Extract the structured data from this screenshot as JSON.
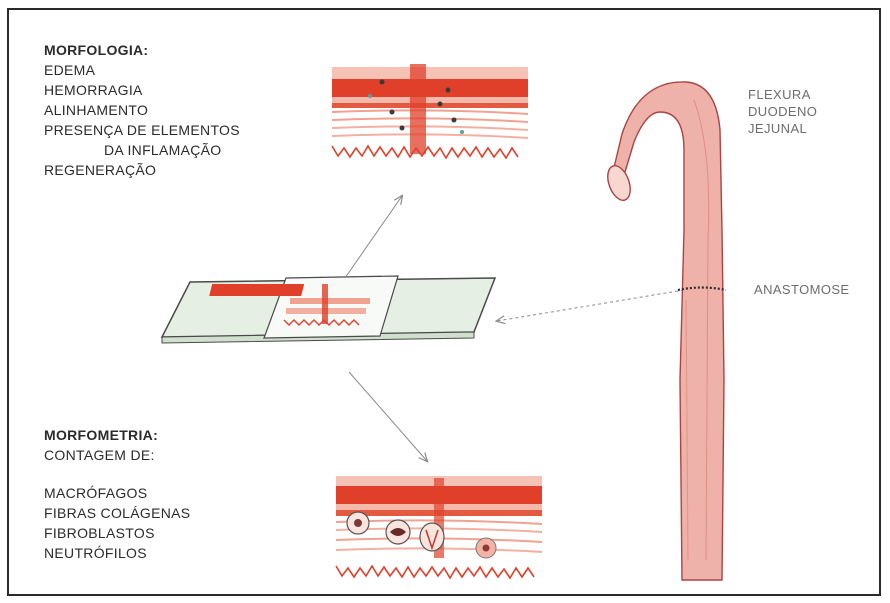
{
  "morfologia": {
    "heading": "MORFOLOGIA:",
    "items": [
      "EDEMA",
      "HEMORRAGIA",
      "ALINHAMENTO",
      "PRESENÇA DE ELEMENTOS",
      "DA INFLAMAÇÃO",
      "REGENERAÇÃO"
    ]
  },
  "morfometria": {
    "heading": "MORFOMETRIA:",
    "subheading": "CONTAGEM DE:",
    "items": [
      "MACRÓFAGOS",
      "FIBRAS COLÁGENAS",
      "FIBROBLASTOS",
      "NEUTRÓFILOS"
    ]
  },
  "labels": {
    "flexura": [
      "FLEXURA",
      "DUODENO",
      "JEJUNAL"
    ],
    "anastomose": "ANASTOMOSE"
  },
  "colors": {
    "tissue_red": "#e0402a",
    "tissue_light": "#f3b3a6",
    "slide_green": "#e6efe4",
    "intestine_pink": "#eeb2aa",
    "line_gray": "#888888"
  }
}
